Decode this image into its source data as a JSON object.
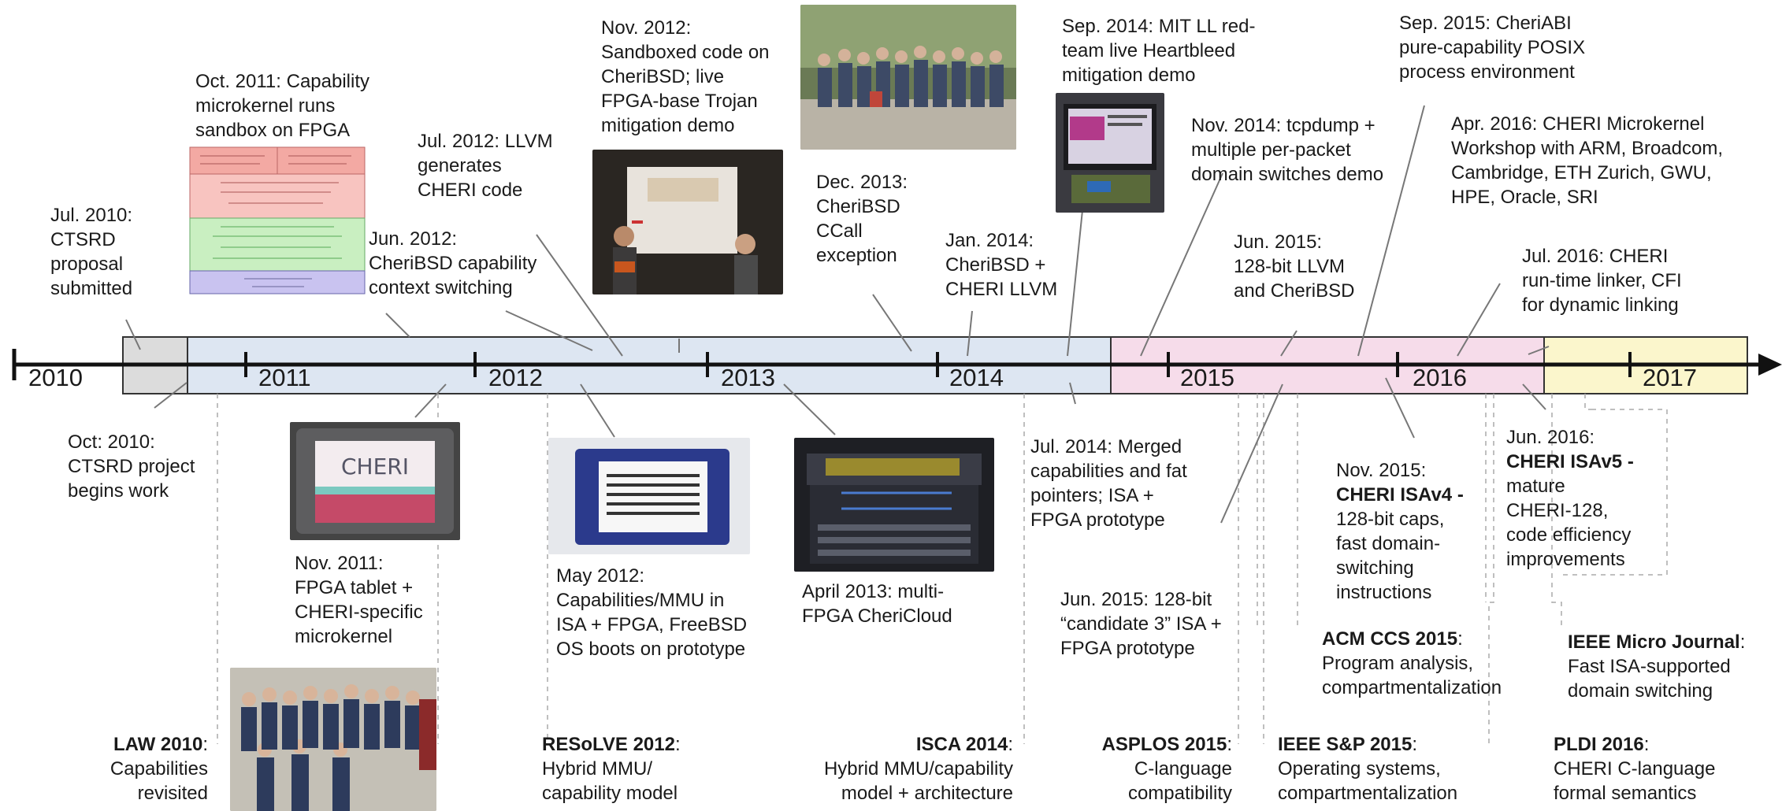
{
  "years": [
    "2010",
    "2011",
    "2012",
    "2013",
    "2014",
    "2015",
    "2016",
    "2017"
  ],
  "colors": {
    "grey_band": "#dcdcdc",
    "blue_band": "#dde6f2",
    "pink_band": "#f6dcea",
    "yellow_band": "#fbf6cc",
    "axis": "#111111",
    "leader": "#777777",
    "dash": "#aaaaaa"
  },
  "events_above": {
    "jul2010": "Jul. 2010:\nCTSRD\nproposal\nsubmitted",
    "oct2011": "Oct. 2011: Capability\nmicrokernel runs\nsandbox on FPGA",
    "jun2012": "Jun. 2012:\nCheriBSD capability\ncontext switching",
    "jul2012": "Jul. 2012: LLVM\ngenerates\nCHERI code",
    "nov2012": "Nov. 2012:\nSandboxed code on\nCheriBSD; live\nFPGA-base Trojan\nmitigation demo",
    "dec2013": "Dec. 2013:\nCheriBSD\nCCall\nexception",
    "jan2014": "Jan. 2014:\nCheriBSD +\nCHERI LLVM",
    "sep2014": "Sep. 2014: MIT LL red-\nteam live Heartbleed\nmitigation demo",
    "nov2014": "Nov. 2014: tcpdump +\nmultiple per-packet\ndomain switches demo",
    "jun2015a": "Jun. 2015:\n128-bit LLVM\nand CheriBSD",
    "sep2015": "Sep. 2015: CheriABI\npure-capability POSIX\nprocess environment",
    "apr2016": "Apr. 2016: CHERI Microkernel\nWorkshop with ARM, Broadcom,\nCambridge, ETH Zurich, GWU,\nHPE, Oracle, SRI",
    "jul2016": "Jul. 2016: CHERI\nrun-time linker, CFI\nfor dynamic linking"
  },
  "events_below": {
    "oct2010": "Oct: 2010:\nCTSRD project\nbegins work",
    "nov2011": "Nov. 2011:\nFPGA tablet +\nCHERI-specific\nmicrokernel",
    "may2012": "May 2012:\nCapabilities/MMU in\nISA + FPGA, FreeBSD\nOS boots on prototype",
    "apr2013": "April 2013: multi-\nFPGA CheriCloud",
    "jul2014": "Jul. 2014: Merged\ncapabilities and fat\npointers; ISA +\nFPGA prototype",
    "jun2015b": "Jun. 2015: 128-bit\n“candidate 3” ISA +\nFPGA prototype",
    "nov2015_head": "Nov. 2015:",
    "nov2015_bold": "CHERI ISAv4",
    "nov2015_dash": " -",
    "nov2015_rest": "128-bit caps,\nfast domain-\nswitching\ninstructions",
    "jun2016_head": "Jun. 2016:",
    "jun2016_bold": "CHERI ISAv5",
    "jun2016_dash": " -",
    "jun2016_rest": "mature\nCHERI-128,\ncode efficiency\nimprovements"
  },
  "publications": {
    "law_b": "LAW 2010",
    "law_r": "Capabilities\nrevisited",
    "resolve_b": "RESoLVE 2012",
    "resolve_r": "Hybrid MMU/\ncapability model",
    "isca_b": "ISCA 2014",
    "isca_r": "Hybrid MMU/capability\nmodel + architecture",
    "asplos_b": "ASPLOS 2015",
    "asplos_r": "C-language\ncompatibility",
    "sp_b": "IEEE S&P 2015",
    "sp_r": "Operating systems,\ncompartmentalization",
    "ccs_b": "ACM CCS 2015",
    "ccs_r": "Program analysis,\ncompartmentalization",
    "micro_b": "IEEE Micro Journal",
    "micro_r": "Fast ISA-supported\ndomain switching",
    "pldi_b": "PLDI 2016",
    "pldi_r": "CHERI C-language\nformal semantics",
    "colon": ":"
  },
  "tablet_text": "CHERI"
}
